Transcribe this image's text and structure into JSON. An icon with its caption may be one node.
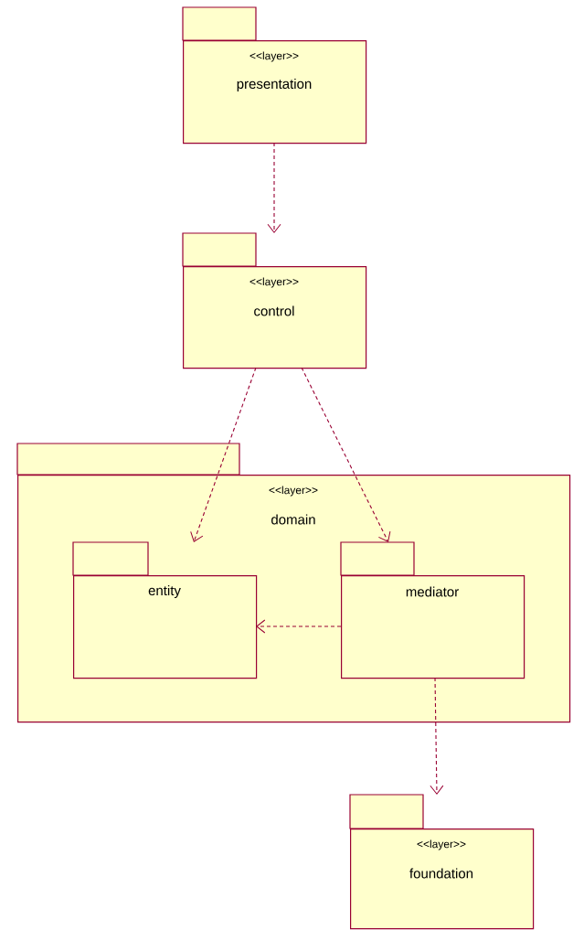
{
  "diagram": {
    "nodes": [
      {
        "text": [
          "<<layer>>",
          "presentation"
        ]
      },
      {
        "text": [
          "<<layer>>",
          "control"
        ]
      },
      {
        "text": [
          "<<layer>>",
          "domain"
        ]
      },
      {
        "text": [
          "entity"
        ],
        "in": 2
      },
      {
        "text": [
          "mediator"
        ],
        "in": 2
      },
      {
        "text": [
          "<<layer>>",
          "foundation"
        ]
      }
    ],
    "edges": [
      {
        "from": 0,
        "to": 1,
        "arrow": "to",
        "style": "dashed"
      },
      {
        "from": 1,
        "to": 3,
        "arrow": "to",
        "style": "dashed"
      },
      {
        "from": 1,
        "to": 4,
        "arrow": "to",
        "style": "dashed"
      },
      {
        "from": 4,
        "to": 3,
        "arrow": "to",
        "style": "dashed"
      },
      {
        "from": 4,
        "to": 5,
        "arrow": "to",
        "style": "dashed"
      }
    ]
  }
}
